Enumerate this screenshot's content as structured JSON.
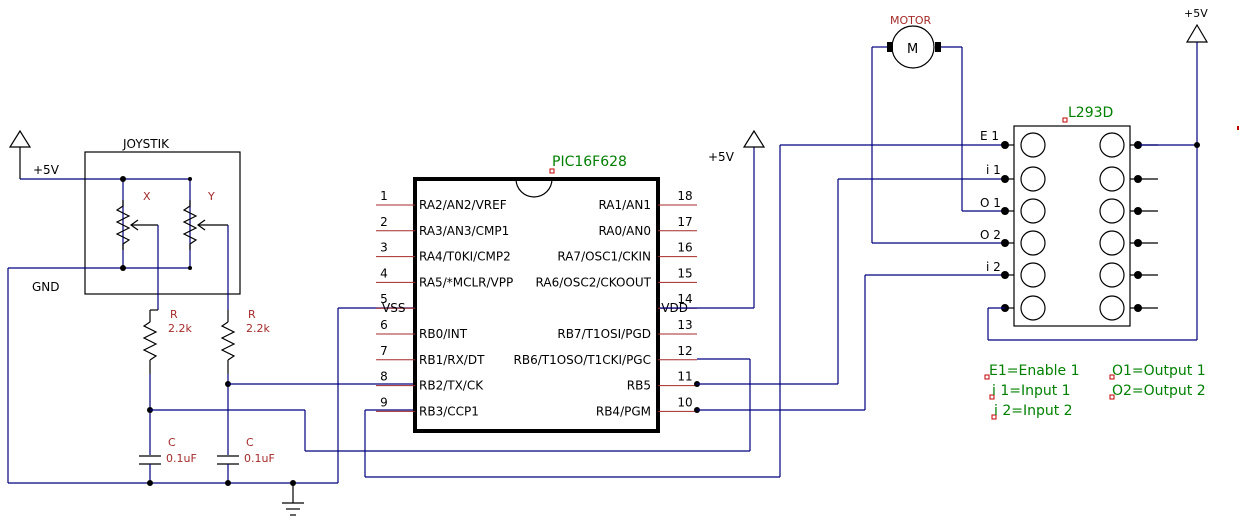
{
  "joystick": {
    "title": "JOYSTIK",
    "supply": "+5V",
    "gnd": "GND",
    "x": "X",
    "y": "Y"
  },
  "resistors": [
    {
      "name": "R",
      "value": "2.2k"
    },
    {
      "name": "R",
      "value": "2.2k"
    }
  ],
  "capacitors": [
    {
      "name": "C",
      "value": "0.1uF"
    },
    {
      "name": "C",
      "value": "0.1uF"
    }
  ],
  "mcu": {
    "name": "PIC16F628",
    "left_pins": [
      {
        "num": "1",
        "label": "RA2/AN2/VREF"
      },
      {
        "num": "2",
        "label": "RA3/AN3/CMP1"
      },
      {
        "num": "3",
        "label": "RA4/T0KI/CMP2"
      },
      {
        "num": "4",
        "label": "RA5/*MCLR/VPP"
      },
      {
        "num": "5",
        "label": "VSS"
      },
      {
        "num": "6",
        "label": "RB0/INT"
      },
      {
        "num": "7",
        "label": "RB1/RX/DT"
      },
      {
        "num": "8",
        "label": "RB2/TX/CK"
      },
      {
        "num": "9",
        "label": "RB3/CCP1"
      }
    ],
    "right_pins": [
      {
        "num": "18",
        "label": "RA1/AN1"
      },
      {
        "num": "17",
        "label": "RA0/AN0"
      },
      {
        "num": "16",
        "label": "RA7/OSC1/CKIN"
      },
      {
        "num": "15",
        "label": "RA6/OSC2/CKOOUT"
      },
      {
        "num": "14",
        "label": "VDD"
      },
      {
        "num": "13",
        "label": "RB7/T1OSI/PGD"
      },
      {
        "num": "12",
        "label": "RB6/T1OSO/T1CKI/PGC"
      },
      {
        "num": "11",
        "label": "RB5"
      },
      {
        "num": "10",
        "label": "RB4/PGM"
      }
    ]
  },
  "mcu_supply": "+5V",
  "motor": {
    "label": "MOTOR",
    "symbol": "M"
  },
  "driver": {
    "name": "L293D",
    "pin_labels": [
      "E 1",
      "i 1",
      "O 1",
      "O 2",
      "i 2"
    ],
    "supply": "+5V"
  },
  "legend": {
    "col1": [
      "E1=Enable 1",
      "i 1=Input 1",
      "i 2=Input 2"
    ],
    "col2": [
      "O1=Output 1",
      "O2=Output 2"
    ]
  },
  "colors": {
    "wire": "#000080",
    "label_red": "#a52a2a",
    "label_green": "#008000"
  }
}
